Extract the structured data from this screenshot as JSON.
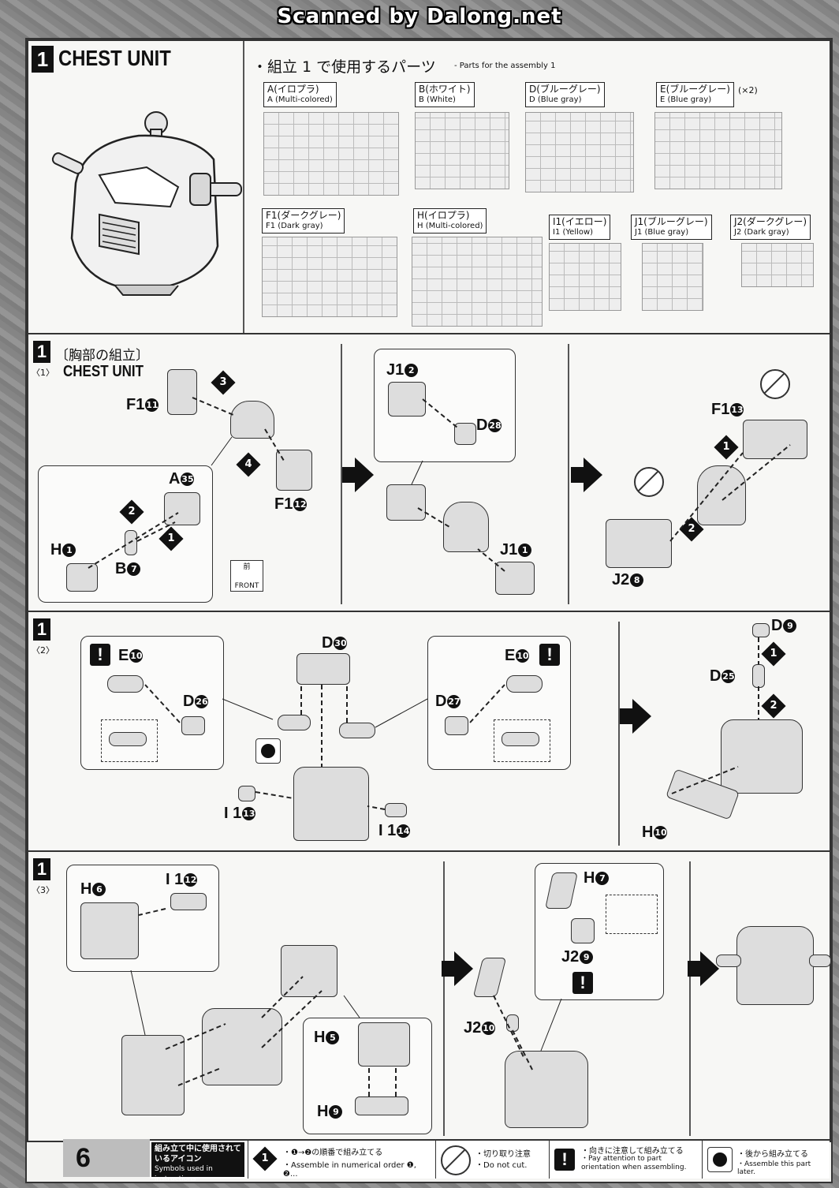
{
  "watermark": "Scanned by Dalong.net",
  "header": {
    "step": "1",
    "title": "CHEST UNIT",
    "parts_title_jp": "・組立 1 で使用するパーツ",
    "parts_title_en": "- Parts for the assembly 1"
  },
  "runners": [
    {
      "jp": "A(イロプラ)",
      "en": "A (Multi-colored)"
    },
    {
      "jp": "B(ホワイト)",
      "en": "B (White)"
    },
    {
      "jp": "D(ブルーグレー)",
      "en": "D (Blue gray)"
    },
    {
      "jp": "E(ブルーグレー)",
      "en": "E (Blue gray)",
      "qty": "(×2)"
    },
    {
      "jp": "F1(ダークグレー)",
      "en": "F1 (Dark gray)"
    },
    {
      "jp": "H(イロプラ)",
      "en": "H (Multi-colored)"
    },
    {
      "jp": "I1(イエロー)",
      "en": "I1 (Yellow)"
    },
    {
      "jp": "J1(ブルーグレー)",
      "en": "J1 (Blue gray)"
    },
    {
      "jp": "J2(ダークグレー)",
      "en": "J2 (Dark gray)"
    }
  ],
  "step1": {
    "num": "1",
    "sub": "〈1〉",
    "jp": "〔胸部の組立〕",
    "en": "CHEST UNIT",
    "parts": {
      "F1_11": "F1",
      "F1_11n": "11",
      "F1_12": "F1",
      "F1_12n": "12",
      "A35": "A",
      "A35n": "35",
      "H1": "H",
      "H1n": "1",
      "B7": "B",
      "B7n": "7",
      "J1_2": "J1",
      "J1_2n": "2",
      "D28": "D",
      "D28n": "28",
      "J1_1": "J1",
      "J1_1n": "1",
      "F1_13": "F1",
      "F1_13n": "13",
      "J2_8": "J2",
      "J2_8n": "8"
    },
    "front_jp": "前",
    "front_en": "FRONT",
    "order": [
      "1",
      "2",
      "3",
      "4"
    ]
  },
  "step2": {
    "num": "1",
    "sub": "〈2〉",
    "parts": {
      "E10a": "E",
      "E10an": "10",
      "D26": "D",
      "D26n": "26",
      "D30": "D",
      "D30n": "30",
      "D27": "D",
      "D27n": "27",
      "E10b": "E",
      "E10bn": "10",
      "I13": "I 1",
      "I13n": "13",
      "I14": "I 1",
      "I14n": "14",
      "D9": "D",
      "D9n": "9",
      "D25": "D",
      "D25n": "25",
      "H10": "H",
      "H10n": "10"
    }
  },
  "step3": {
    "num": "1",
    "sub": "〈3〉",
    "parts": {
      "H6": "H",
      "H6n": "6",
      "I12": "I 1",
      "I12n": "12",
      "H5": "H",
      "H5n": "5",
      "H9": "H",
      "H9n": "9",
      "H7": "H",
      "H7n": "7",
      "J2_9": "J2",
      "J2_9n": "9",
      "J2_10": "J2",
      "J2_10n": "10"
    }
  },
  "footer": {
    "page": "6",
    "legend_jp": "組み立て中に使用されているアイコン",
    "legend_en": "Symbols used in instructions",
    "items": [
      {
        "jp": "・❶→❷の順番で組み立てる",
        "en": "・Assemble in numerical order ❶, ❷..."
      },
      {
        "jp": "・切り取り注意",
        "en": "・Do not cut."
      },
      {
        "jp": "・向きに注意して組み立てる",
        "en": "・Pay attention to part orientation when assembling."
      },
      {
        "jp": "・後から組み立てる",
        "en": "・Assemble this part later."
      }
    ]
  }
}
